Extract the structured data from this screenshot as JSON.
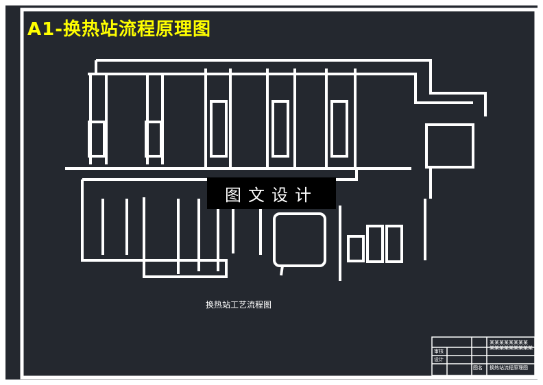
{
  "drawing": {
    "title": "A1-换热站流程原理图",
    "watermark": "图文设计",
    "caption": "换热站工艺流程图"
  },
  "title_block": {
    "org_line1": "某某某某某某某某",
    "org_line2": "某某某某某某某某某",
    "label_approve": "审核",
    "label_design": "设计",
    "label_sheet": "图名",
    "sheet_name": "换热站流程原理图"
  },
  "colors": {
    "frame_bg": "#24282f",
    "line": "#ffffff",
    "title": "#ffff00",
    "watermark_bg": "#000000"
  }
}
